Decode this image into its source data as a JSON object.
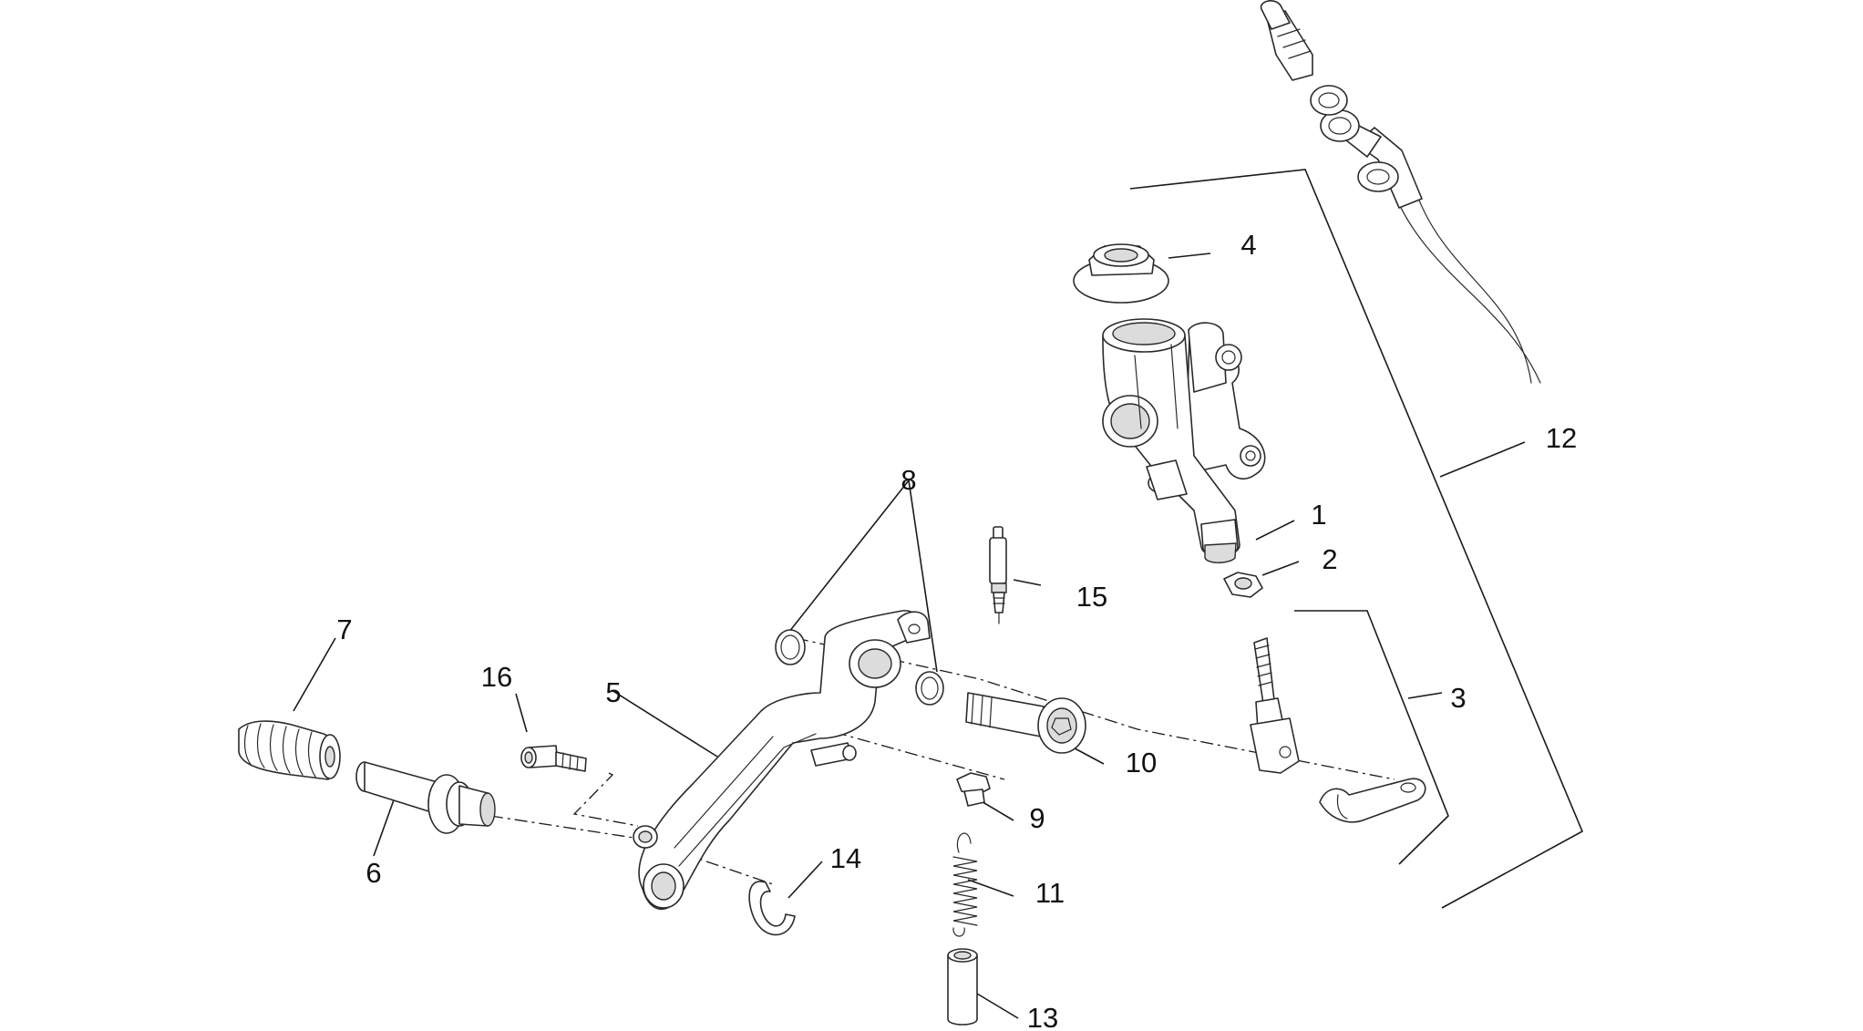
{
  "diagram": {
    "type": "exploded-parts-diagram",
    "callouts": [
      "1",
      "2",
      "3",
      "4",
      "5",
      "6",
      "7",
      "8",
      "9",
      "10",
      "11",
      "12",
      "13",
      "14",
      "15",
      "16"
    ]
  }
}
